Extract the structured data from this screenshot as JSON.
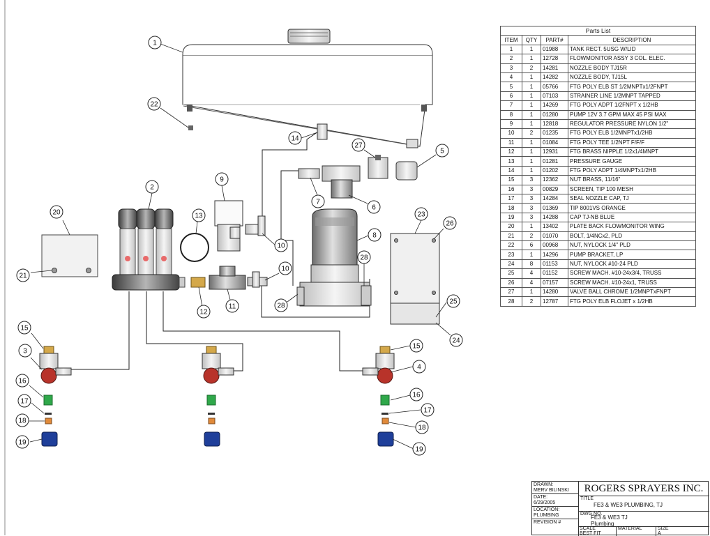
{
  "callouts": {
    "c1": "1",
    "c2": "2",
    "c3": "3",
    "c4": "4",
    "c5": "5",
    "c6": "6",
    "c7": "7",
    "c8": "8",
    "c9": "9",
    "c10a": "10",
    "c10b": "10",
    "c11": "11",
    "c12": "12",
    "c13": "13",
    "c14": "14",
    "c15a": "15",
    "c15b": "15",
    "c16a": "16",
    "c16b": "16",
    "c17a": "17",
    "c17b": "17",
    "c18a": "18",
    "c18b": "18",
    "c19a": "19",
    "c19b": "19",
    "c20": "20",
    "c21": "21",
    "c22": "22",
    "c23": "23",
    "c24": "24",
    "c25": "25",
    "c26": "26",
    "c27": "27",
    "c28a": "28",
    "c28b": "28"
  },
  "parts_list": {
    "caption": "Parts List",
    "headers": [
      "ITEM",
      "QTY",
      "PART#",
      "DESCRIPTION"
    ],
    "rows": [
      [
        "1",
        "1",
        "01988",
        "TANK RECT. 5USG W/LID"
      ],
      [
        "2",
        "1",
        "12728",
        "FLOWMONITOR ASSY 3 COL. ELEC."
      ],
      [
        "3",
        "2",
        "14281",
        "NOZZLE BODY TJ15R"
      ],
      [
        "4",
        "1",
        "14282",
        "NOZZLE BODY, TJ15L"
      ],
      [
        "5",
        "1",
        "05766",
        "FTG POLY ELB ST 1/2MNPTx1/2FNPT"
      ],
      [
        "6",
        "1",
        "07103",
        "STRAINER LINE 1/2MNPT TAPPED"
      ],
      [
        "7",
        "1",
        "14269",
        "FTG POLY ADPT 1/2FNPT x 1/2HB"
      ],
      [
        "8",
        "1",
        "01280",
        "PUMP 12V 3.7 GPM MAX 45 PSI MAX"
      ],
      [
        "9",
        "1",
        "12818",
        "REGULATOR PRESSURE NYLON 1/2\""
      ],
      [
        "10",
        "2",
        "01235",
        "FTG POLY ELB 1/2MNPTx1/2HB"
      ],
      [
        "11",
        "1",
        "01084",
        "FTG POLY TEE 1/2NPT F/F/F"
      ],
      [
        "12",
        "1",
        "12931",
        "FTG BRASS NIPPLE 1/2x1/4MNPT"
      ],
      [
        "13",
        "1",
        "01281",
        "PRESSURE GAUGE"
      ],
      [
        "14",
        "1",
        "01202",
        "FTG POLY ADPT 1/4MNPTx1/2HB"
      ],
      [
        "15",
        "3",
        "12362",
        "NUT BRASS, 11/16\""
      ],
      [
        "16",
        "3",
        "00829",
        "SCREEN, TIP 100 MESH"
      ],
      [
        "17",
        "3",
        "14284",
        "SEAL NOZZLE CAP, TJ"
      ],
      [
        "18",
        "3",
        "01369",
        "TIP 8001VS ORANGE"
      ],
      [
        "19",
        "3",
        "14288",
        "CAP TJ-NB BLUE"
      ],
      [
        "20",
        "1",
        "13402",
        "PLATE BACK FLOWMONITOR WING"
      ],
      [
        "21",
        "2",
        "01070",
        "BOLT, 1/4NCx2, PLD"
      ],
      [
        "22",
        "6",
        "00968",
        "NUT, NYLOCK 1/4\" PLD"
      ],
      [
        "23",
        "1",
        "14296",
        "PUMP BRACKET, LP"
      ],
      [
        "24",
        "8",
        "01153",
        "NUT, NYLOCK #10-24 PLD"
      ],
      [
        "25",
        "4",
        "01152",
        "SCREW MACH. #10-24x3/4, TRUSS"
      ],
      [
        "26",
        "4",
        "07157",
        "SCREW MACH. #10-24x1, TRUSS"
      ],
      [
        "27",
        "1",
        "14280",
        "VALVE BALL CHROME 1/2MNPTxFNPT"
      ],
      [
        "28",
        "2",
        "12787",
        "FTG POLY ELB FLOJET x 1/2HB"
      ]
    ]
  },
  "title_block": {
    "drawn_label": "DRAWN:",
    "drawn_value": "MERV BILINSKI",
    "date_label": "DATE:",
    "date_value": "6/29/2005",
    "location_label": "LOCATION:",
    "location_value": "PLUMBING",
    "revision_label": "REVISION #",
    "company": "ROGERS SPRAYERS INC.",
    "title_label": "TITLE",
    "title_value": "FE3 & WE3 PLUMBING, TJ",
    "dwg_label": "DWG.NO.",
    "dwg_value_1": "FE3 & WE3 TJ",
    "dwg_value_2": "Plumbing",
    "scale_label": "SCALE",
    "scale_value": "BEST FIT",
    "material_label": "MATERIAL",
    "size_label": "SIZE",
    "size_value": "A"
  },
  "colors": {
    "line": "#222222",
    "nozzle_red": "#b8332a",
    "cap_blue": "#1f3f9a",
    "screen_green": "#2fa84a",
    "tip_orange": "#e08a3a",
    "brass": "#d4a84a",
    "gray_part": "#8c8c8c"
  }
}
